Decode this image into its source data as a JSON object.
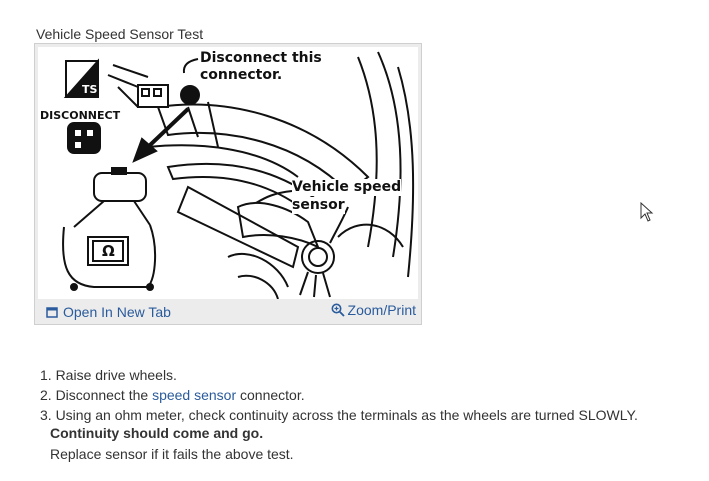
{
  "figure": {
    "title": "Vehicle Speed Sensor Test",
    "callout_connector_line1": "Disconnect this",
    "callout_connector_line2": "connector.",
    "callout_sensor_line1": "Vehicle speed",
    "callout_sensor_line2": "sensor",
    "label_disconnect": "DISCONNECT",
    "label_ts": "TS",
    "label_ohm": "Ω",
    "open_tab_label": "Open In New Tab",
    "zoom_label": "Zoom/Print"
  },
  "steps": {
    "s1": "1. Raise drive wheels.",
    "s2_pre": "2. Disconnect the ",
    "s2_link": "speed sensor",
    "s2_post": " connector.",
    "s3": "3. Using an ohm meter, check continuity across the terminals as the wheels are turned SLOWLY."
  },
  "notes": {
    "bold": "Continuity should come and go.",
    "plain": "Replace sensor if it fails the above test."
  },
  "colors": {
    "link": "#2a5b9c",
    "frame": "#ececec"
  },
  "icons": [
    "open-in-new-tab-icon",
    "zoom-icon",
    "mouse-cursor-icon"
  ]
}
